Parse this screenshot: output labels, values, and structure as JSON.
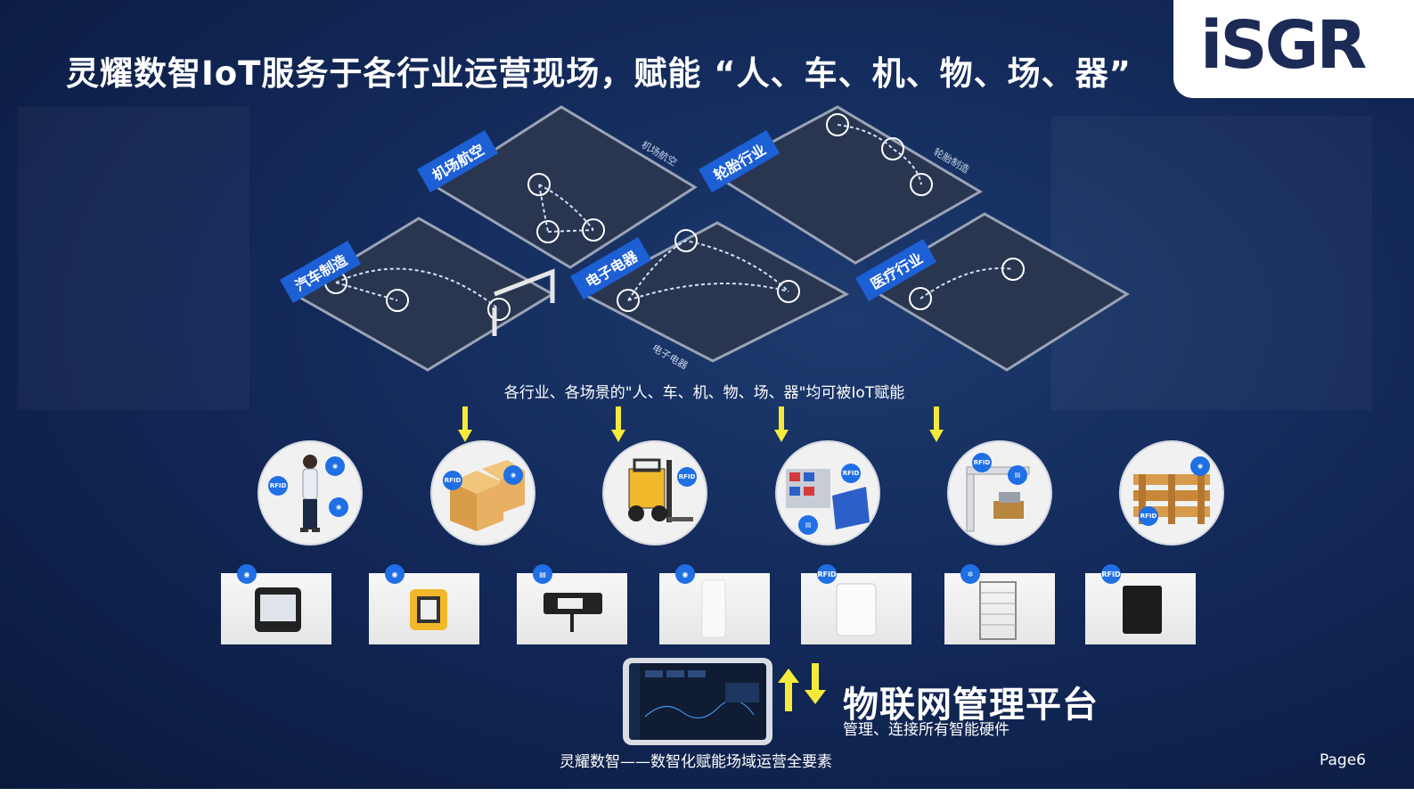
{
  "title": "灵耀数智IoT服务于各行业运营现场，赋能 “人、车、机、物、场、器”",
  "logo": {
    "text": "iSGR"
  },
  "scenes": [
    {
      "label": "机场航空",
      "side_label": "机场航空"
    },
    {
      "label": "轮胎行业",
      "side_label": "轮胎制造"
    },
    {
      "label": "汽车制造",
      "side_label": ""
    },
    {
      "label": "电子电器",
      "side_label": "电子电器"
    },
    {
      "label": "医疗行业",
      "side_label": ""
    }
  ],
  "caption": "各行业、各场景的\"人、车、机、物、场、器\"均可被IoT赋能",
  "element_icons": [
    {
      "name": "person",
      "tags": [
        "RFID",
        "location",
        "location"
      ]
    },
    {
      "name": "cargo-boxes",
      "tags": [
        "RFID",
        "location"
      ]
    },
    {
      "name": "forklift",
      "tags": [
        "RFID"
      ]
    },
    {
      "name": "production-line",
      "tags": [
        "RFID",
        "cart"
      ]
    },
    {
      "name": "gate-scanner",
      "tags": [
        "RFID",
        "cart"
      ]
    },
    {
      "name": "pallet",
      "tags": [
        "location",
        "RFID"
      ]
    }
  ],
  "devices": [
    {
      "name": "badge-display",
      "badge": "location"
    },
    {
      "name": "wrist-tag",
      "badge": "location"
    },
    {
      "name": "vehicle-terminal",
      "badge": "cart"
    },
    {
      "name": "anchor-base",
      "badge": "location"
    },
    {
      "name": "rfid-reader",
      "badge": "RFID"
    },
    {
      "name": "gate-antenna",
      "badge": "gear"
    },
    {
      "name": "rfid-reader-black",
      "badge": "RFID"
    }
  ],
  "platform": {
    "title": "物联网管理平台",
    "subtitle": "管理、连接所有智能硬件"
  },
  "footer": {
    "slogan": "灵耀数智——数智化赋能场域运营全要素",
    "page": "Page6"
  },
  "colors": {
    "background": "#13295a",
    "accent": "#1f6fe5",
    "arrow": "#f5ea3a"
  }
}
